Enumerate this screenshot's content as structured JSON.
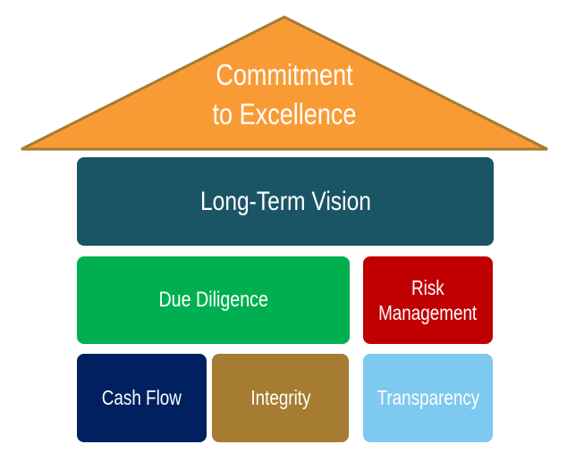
{
  "roof": {
    "line1": "Commitment",
    "line2": "to Excellence",
    "color": "#F99B35",
    "border": "#A57B30"
  },
  "blocks": {
    "vision": {
      "label": "Long-Term Vision",
      "color": "#1A5566"
    },
    "due_diligence": {
      "label": "Due Diligence",
      "color": "#00B050"
    },
    "risk": {
      "line1": "Risk",
      "line2": "Management",
      "color": "#C00000"
    },
    "cash_flow": {
      "label": "Cash Flow",
      "color": "#002060"
    },
    "integrity": {
      "label": "Integrity",
      "color": "#A67C32"
    },
    "transparency": {
      "label": "Transparency",
      "color": "#7DC9EF"
    }
  }
}
